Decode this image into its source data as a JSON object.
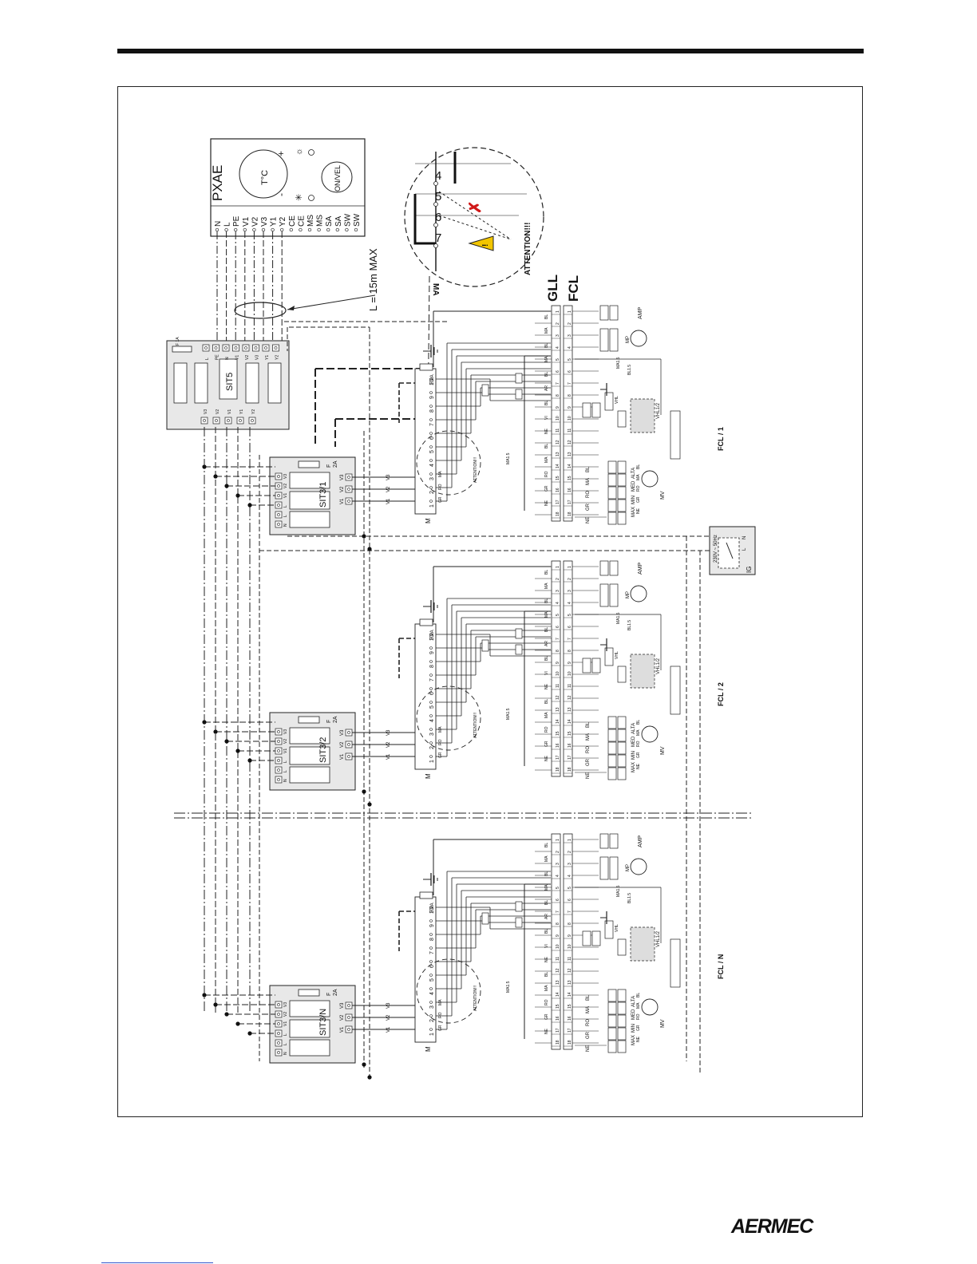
{
  "brand": {
    "logo_text": "AERMEC"
  },
  "thermostat": {
    "name": "PXAE",
    "temp_label": "T°C",
    "speed_label": "ON/VEL",
    "plus": "+",
    "minus": "-",
    "terminals": [
      "N",
      "L",
      "PE",
      "V1",
      "V2",
      "V3",
      "Y1",
      "Y2",
      "CE",
      "CE",
      "MS",
      "MS",
      "SA",
      "SA",
      "SW",
      "SW"
    ]
  },
  "cable_note": "L = 15m MAX",
  "sit5": {
    "name": "SIT5",
    "fuse": "F 1A",
    "top_terminals": [
      "L",
      "PE",
      "N",
      "V1",
      "V2",
      "V3",
      "Y1",
      "Y2"
    ],
    "bottom_terminals": [
      "V3",
      "V2",
      "V1",
      "Y1",
      "Y2"
    ]
  },
  "detail": {
    "numbers": [
      "4",
      "5",
      "6",
      "7"
    ],
    "wire": "MA",
    "warning": "ATTENTION!!!"
  },
  "headers": {
    "gll": "GLL",
    "fcl": "FCL"
  },
  "ig": {
    "name": "IG",
    "supply": "230V ~ 50Hz",
    "l": "L",
    "n": "N"
  },
  "units": [
    {
      "sit": "SIT3/1",
      "label": "FCL / 1"
    },
    {
      "sit": "SIT3/2",
      "label": "FCL / 2"
    },
    {
      "sit": "SIT3/N",
      "label": "FCL / N"
    }
  ],
  "module": {
    "sit3_terms": [
      "N",
      "L",
      "L",
      "V1",
      "V2",
      "V3"
    ],
    "sit3_side": [
      "V1",
      "V2",
      "V3"
    ],
    "fuse": "F 2A",
    "m_label": "M",
    "m_numbers": [
      "1",
      "2",
      "3",
      "4",
      "5",
      "6",
      "7",
      "8",
      "9",
      "10"
    ],
    "m_wires": [
      "MA",
      "RO",
      "GR"
    ],
    "attention": "ATTENTION!!!",
    "strip_numbers": [
      "1",
      "2",
      "3",
      "4",
      "5",
      "6",
      "7",
      "8",
      "9",
      "10",
      "11",
      "12",
      "13",
      "14",
      "15",
      "16",
      "17",
      "18"
    ],
    "strip_wires": [
      "BL",
      "MA",
      "BL",
      "MA",
      "BL",
      "AR",
      "BL",
      "VI",
      "NE",
      "BL",
      "MA",
      "RO",
      "GR",
      "NE"
    ],
    "mv_wires": [
      "BL",
      "MA",
      "RO",
      "GR",
      "NE"
    ],
    "mv_speeds": [
      "ALTA",
      "MED",
      "MIN",
      "MAX"
    ],
    "amp": "AMP",
    "mp": "MP",
    "mv": "MV",
    "vhl": "VHL1/2",
    "vhl_small": "VHL",
    "bl15": "BL1.5",
    "ma15": "MA1.5"
  }
}
